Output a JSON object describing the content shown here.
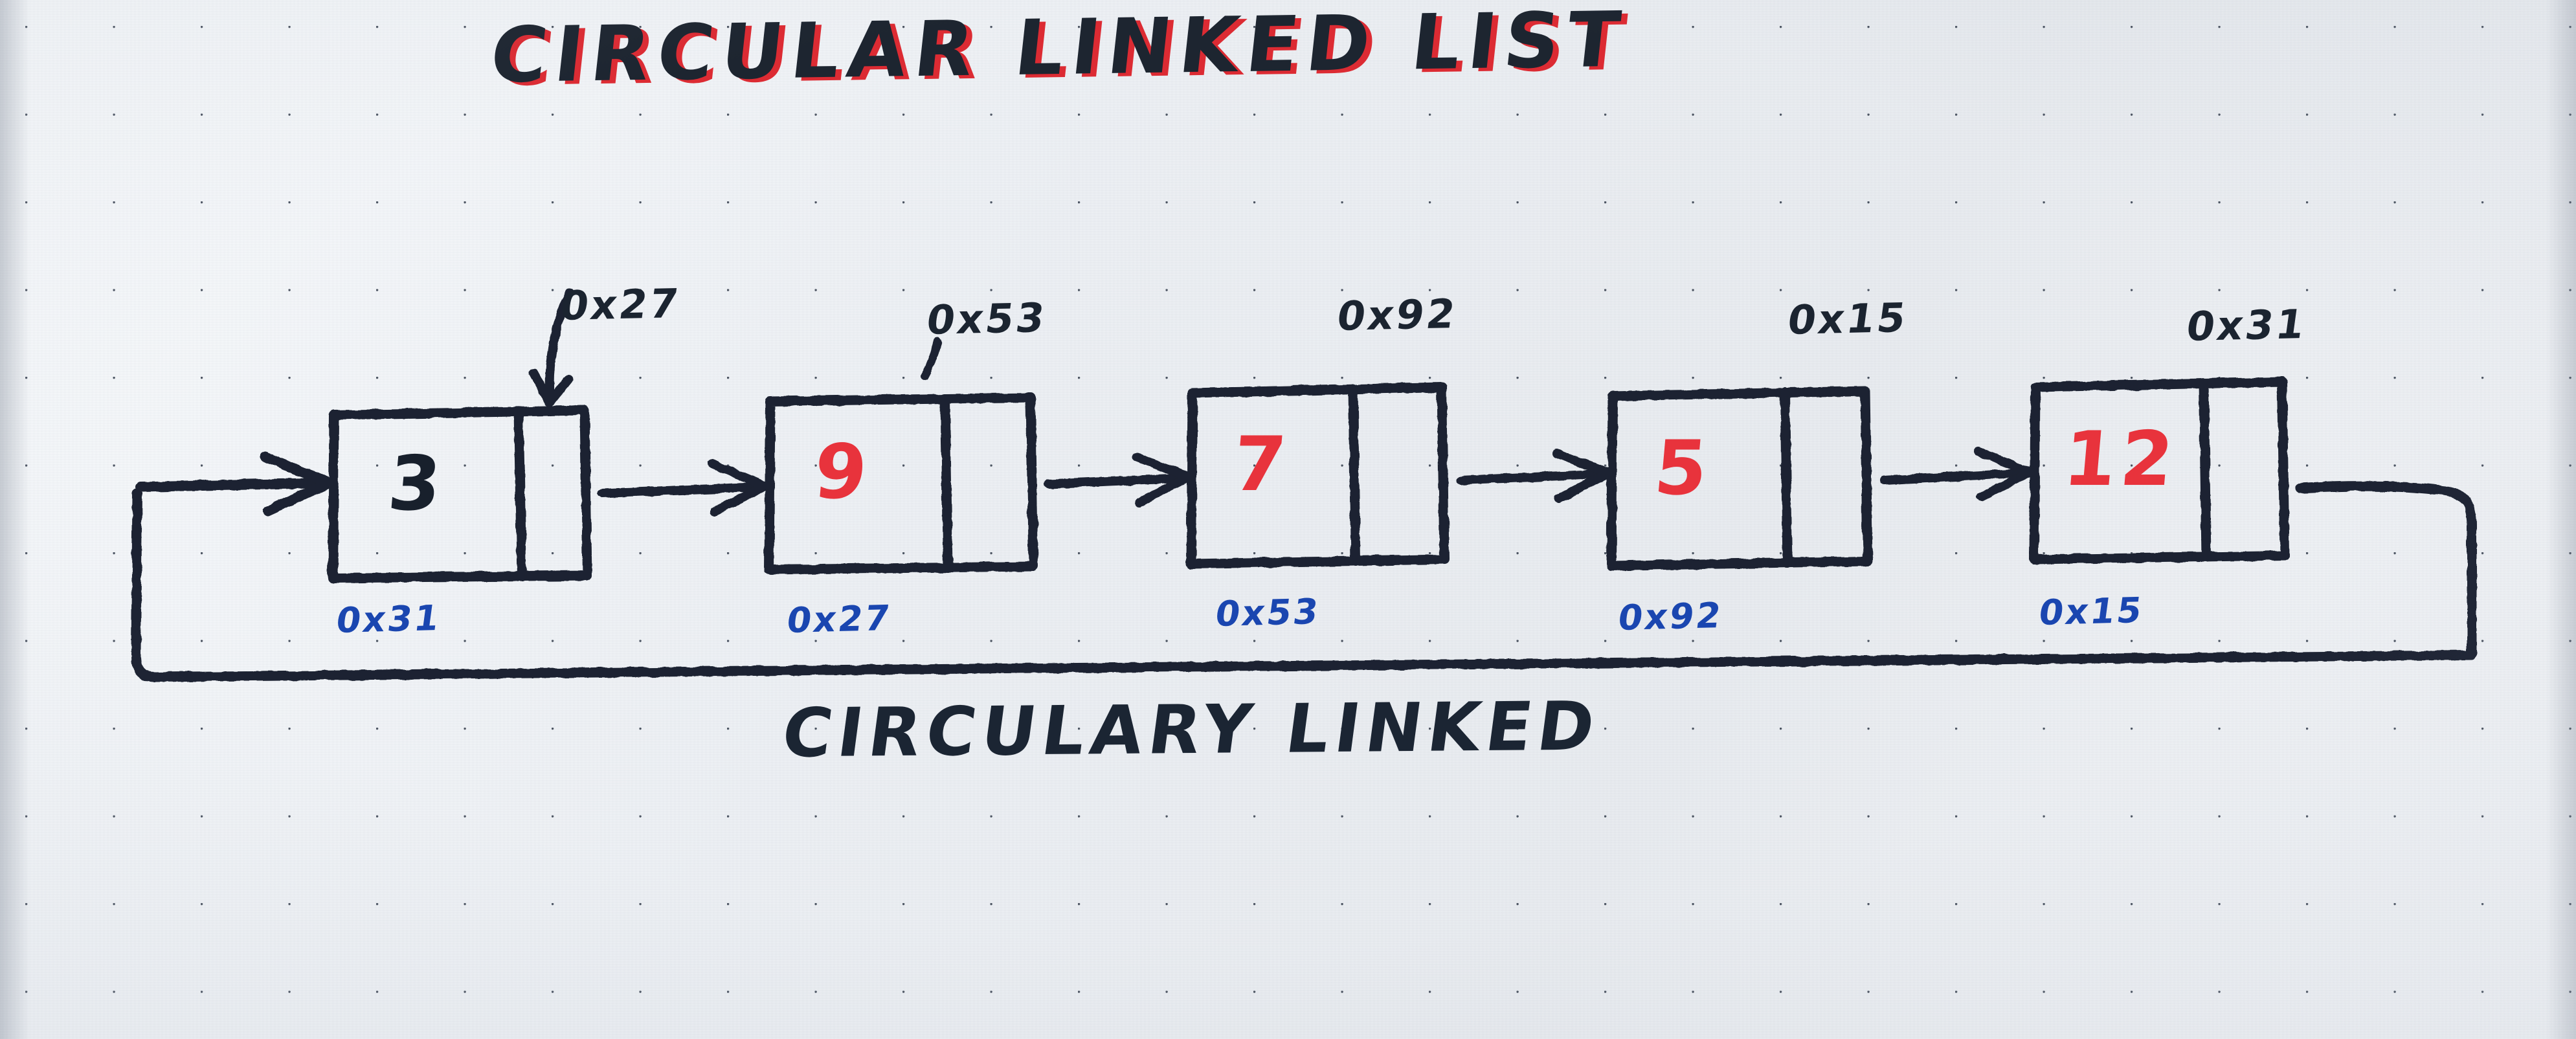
{
  "title": {
    "text": "CIRCULAR LINKED LIST",
    "ink_black": "#1d2530",
    "ink_red": "#dc2b33"
  },
  "caption": {
    "text": "CIRCULARY LINKED"
  },
  "palette": {
    "paper": "#eef1f4",
    "dot_grid": "#242e3e",
    "ink_black": "#18202c",
    "ink_red": "#e8333c",
    "ink_blue": "#1a46b0"
  },
  "diagram": {
    "kind": "circular-singly-linked-list",
    "head_arrow": "head-pointer-arrow",
    "wrap_arrow": "tail-to-head-loop",
    "nodes": [
      {
        "value": "3",
        "value_color": "black",
        "next_ptr": "0x27",
        "self_addr": "0x31"
      },
      {
        "value": "9",
        "value_color": "red",
        "next_ptr": "0x53",
        "self_addr": "0x27"
      },
      {
        "value": "7",
        "value_color": "red",
        "next_ptr": "0x92",
        "self_addr": "0x53"
      },
      {
        "value": "5",
        "value_color": "red",
        "next_ptr": "0x15",
        "self_addr": "0x92"
      },
      {
        "value": "12",
        "value_color": "red",
        "next_ptr": "0x31",
        "self_addr": "0x15"
      }
    ]
  }
}
